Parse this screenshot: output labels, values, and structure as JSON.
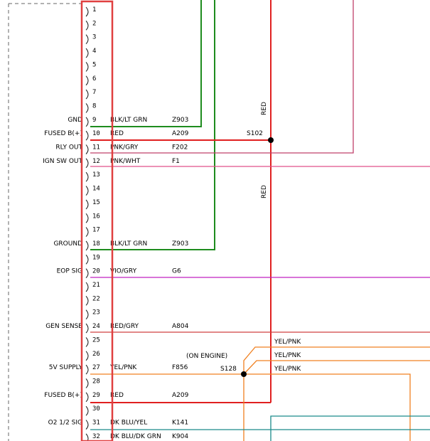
{
  "colors": {
    "red": "#e02020",
    "green": "#1e8c1e",
    "pink": "#c0406a",
    "pink_light": "#e0508a",
    "purple": "#c020c0",
    "orange": "#f08020",
    "teal": "#1a8a8a",
    "highlight": "#e04040"
  },
  "pins": [
    "1",
    "2",
    "3",
    "4",
    "5",
    "6",
    "7",
    "8",
    "9",
    "10",
    "11",
    "12",
    "13",
    "14",
    "15",
    "16",
    "17",
    "18",
    "19",
    "20",
    "21",
    "22",
    "23",
    "24",
    "25",
    "26",
    "27",
    "28",
    "29",
    "30",
    "31",
    "32"
  ],
  "signals": [
    {
      "pin": 9,
      "label": "GND",
      "wire": "BLK/LT GRN",
      "circuit": "Z903"
    },
    {
      "pin": 10,
      "label": "FUSED B(+)",
      "wire": "RED",
      "circuit": "A209"
    },
    {
      "pin": 11,
      "label": "RLY OUT",
      "wire": "PNK/GRY",
      "circuit": "F202"
    },
    {
      "pin": 12,
      "label": "IGN SW OUT",
      "wire": "PNK/WHT",
      "circuit": "F1"
    },
    {
      "pin": 18,
      "label": "GROUND",
      "wire": "BLK/LT GRN",
      "circuit": "Z903"
    },
    {
      "pin": 20,
      "label": "EOP SIG",
      "wire": "VIO/GRY",
      "circuit": "G6"
    },
    {
      "pin": 24,
      "label": "GEN SENSE",
      "wire": "RED/GRY",
      "circuit": "A804"
    },
    {
      "pin": 27,
      "label": "5V SUPPLY",
      "wire": "YEL/PNK",
      "circuit": "F856"
    },
    {
      "pin": 29,
      "label": "FUSED B(+)",
      "wire": "RED",
      "circuit": "A209"
    },
    {
      "pin": 31,
      "label": "O2 1/2 SIG",
      "wire": "DK BLU/YEL",
      "circuit": "K141"
    },
    {
      "pin": 32,
      "label": "",
      "wire": "DK BLU/DK GRN",
      "circuit": "K904"
    }
  ],
  "splices": {
    "s102": "S102",
    "s128": "S128",
    "on_engine": "(ON ENGINE)"
  },
  "vertical_labels": {
    "red_upper": "RED",
    "red_lower": "RED"
  },
  "branch_labels": [
    "YEL/PNK",
    "YEL/PNK",
    "YEL/PNK"
  ]
}
